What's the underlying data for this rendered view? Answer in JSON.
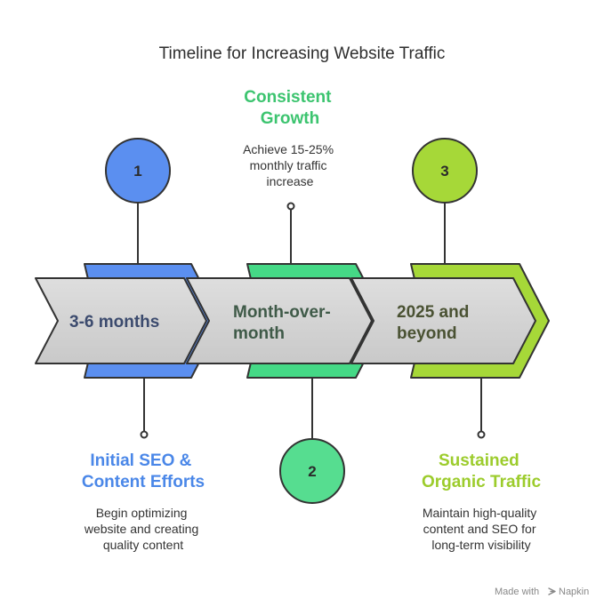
{
  "title": "Timeline for Increasing Website Traffic",
  "stages": [
    {
      "number": "1",
      "step_lines": [
        "3-6 months"
      ],
      "title_lines": [
        "Initial SEO &",
        "Content Efforts"
      ],
      "desc_lines": [
        "Begin optimizing",
        "website and creating",
        "quality content"
      ],
      "color": "#4a87e8",
      "back_color": "#5b8ff0",
      "circle_color": "#5b8ff0"
    },
    {
      "number": "2",
      "step_lines": [
        "Month-over-",
        "month"
      ],
      "title_lines": [
        "Consistent",
        "Growth"
      ],
      "desc_lines": [
        "Achieve 15-25%",
        "monthly traffic",
        "increase"
      ],
      "color": "#3cc46f",
      "back_color": "#45d986",
      "circle_color": "#56dd90"
    },
    {
      "number": "3",
      "step_lines": [
        "2025 and",
        "beyond"
      ],
      "title_lines": [
        "Sustained",
        "Organic Traffic"
      ],
      "desc_lines": [
        "Maintain high-quality",
        "content and SEO for",
        "long-term visibility"
      ],
      "color": "#9ccc2c",
      "back_color": "#a6d838",
      "circle_color": "#a6d838"
    }
  ],
  "colors": {
    "chevron_fill": "#d3d3d3",
    "step_text_1": "#3c4b6e",
    "step_text_2": "#3f5a48",
    "step_text_3": "#4a5233",
    "connector": "#333333"
  },
  "footer": {
    "made_with": "Made with",
    "brand": "Napkin"
  }
}
